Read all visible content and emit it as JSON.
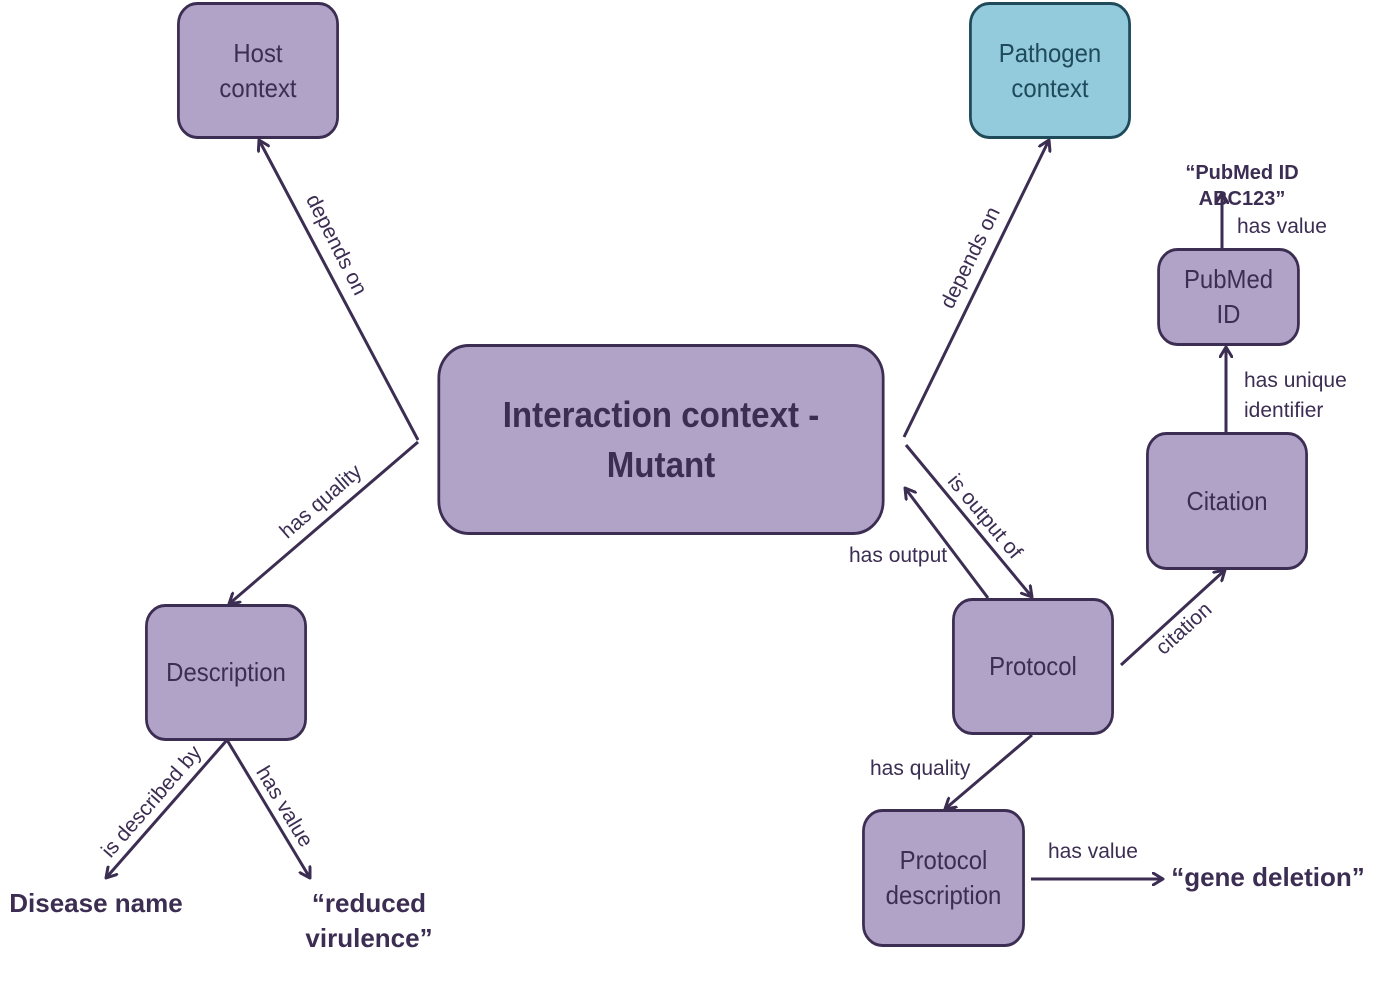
{
  "nodes": {
    "host": "Host\ncontext",
    "pathogen": "Pathogen\ncontext",
    "main": "Interaction context -\nMutant",
    "description": "Description",
    "protocol": "Protocol",
    "citation": "Citation",
    "pubmed": "PubMed\nID",
    "protocol_desc": "Protocol\ndescription"
  },
  "literals": {
    "pubmed_value": "“PubMed ID ABC123”",
    "disease": "Disease name",
    "virulence": "“reduced\nvirulence”",
    "gene": "“gene deletion”"
  },
  "edges": {
    "depends_on_host": "depends on",
    "depends_on_pathogen": "depends on",
    "has_quality_desc": "has quality",
    "is_described_by": "is described by",
    "has_value_virulence": "has value",
    "is_output_of": "is output of",
    "has_output": "has output",
    "citation": "citation",
    "has_unique_identifier": "has unique\nidentifier",
    "has_value_pubmed": "has value",
    "has_quality_protocol": "has quality",
    "has_value_gene": "has value"
  },
  "colors": {
    "node_fill": "#b1a2c8",
    "node_stroke": "#3c2d52",
    "teal_fill": "#93cbdc",
    "teal_stroke": "#1e4a5a"
  }
}
